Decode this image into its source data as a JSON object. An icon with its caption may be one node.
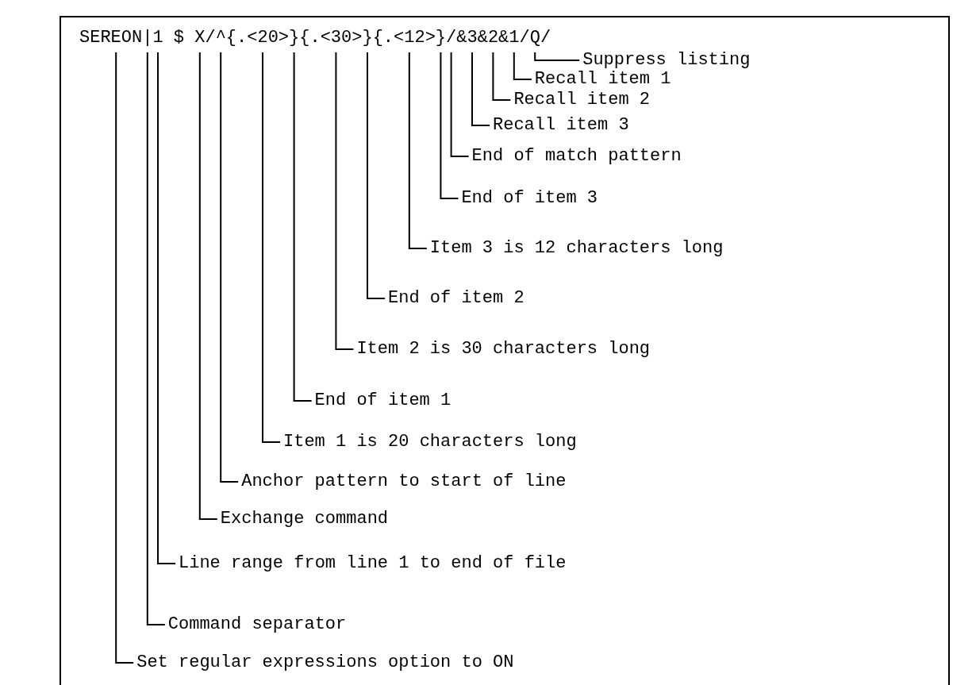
{
  "diagram": {
    "nodes": [
      {
        "text": [
          "SEREON|1 $ X/^{.<20>}{.<30>}{.<12>}/&3&2&1/Q/"
        ]
      },
      {
        "text": [
          "Suppress listing"
        ]
      },
      {
        "text": [
          "Recall item 1"
        ]
      },
      {
        "text": [
          "Recall item 2"
        ]
      },
      {
        "text": [
          "Recall item 3"
        ]
      },
      {
        "text": [
          "End of match pattern"
        ]
      },
      {
        "text": [
          "End of item 3"
        ]
      },
      {
        "text": [
          "Item 3 is 12 characters long"
        ]
      },
      {
        "text": [
          "End of item 2"
        ]
      },
      {
        "text": [
          "Item 2 is 30 characters long"
        ]
      },
      {
        "text": [
          "End of item 1"
        ]
      },
      {
        "text": [
          "Item 1 is 20 characters long"
        ]
      },
      {
        "text": [
          "Anchor pattern to start of line"
        ]
      },
      {
        "text": [
          "Exchange command"
        ]
      },
      {
        "text": [
          "Line range from line 1 to end of file"
        ]
      },
      {
        "text": [
          "Command separator"
        ]
      },
      {
        "text": [
          "Set regular expressions option to ON"
        ]
      }
    ],
    "edges": [
      {
        "from": 1,
        "to": 0,
        "arrow": "none"
      },
      {
        "from": 2,
        "to": 0,
        "arrow": "none"
      },
      {
        "from": 3,
        "to": 0,
        "arrow": "none"
      },
      {
        "from": 4,
        "to": 0,
        "arrow": "none"
      },
      {
        "from": 5,
        "to": 0,
        "arrow": "none"
      },
      {
        "from": 6,
        "to": 0,
        "arrow": "none"
      },
      {
        "from": 7,
        "to": 0,
        "arrow": "none"
      },
      {
        "from": 8,
        "to": 0,
        "arrow": "none"
      },
      {
        "from": 9,
        "to": 0,
        "arrow": "none"
      },
      {
        "from": 10,
        "to": 0,
        "arrow": "none"
      },
      {
        "from": 11,
        "to": 0,
        "arrow": "none"
      },
      {
        "from": 12,
        "to": 0,
        "arrow": "none"
      },
      {
        "from": 13,
        "to": 0,
        "arrow": "none"
      },
      {
        "from": 14,
        "to": 0,
        "arrow": "none"
      },
      {
        "from": 15,
        "to": 0,
        "arrow": "none"
      },
      {
        "from": 16,
        "to": 0,
        "arrow": "none"
      }
    ]
  }
}
